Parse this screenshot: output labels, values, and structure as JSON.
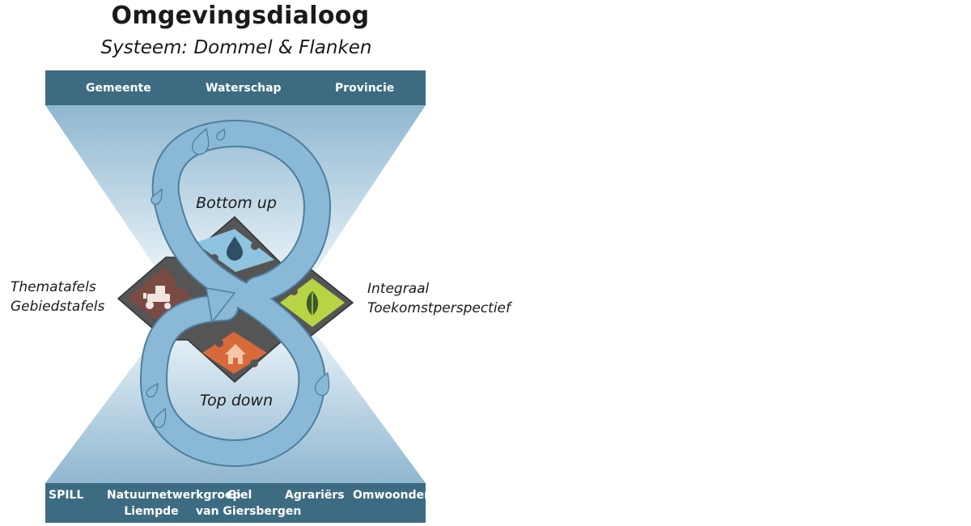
{
  "title": "Omgevingsdialoog",
  "subtitle": "Systeem: Dommel & Flanken",
  "top_bar": {
    "items": [
      "Gemeente",
      "Waterschap",
      "Provincie"
    ]
  },
  "bottom_bar": {
    "items": [
      {
        "line1": "SPILL",
        "line2": ""
      },
      {
        "line1": "Natuurnetwerkgroep",
        "line2": "Liempde"
      },
      {
        "line1": "Giel",
        "line2": "van Giersbergen"
      },
      {
        "line1": "Agrariërs",
        "line2": ""
      },
      {
        "line1": "Omwoonden",
        "line2": ""
      }
    ]
  },
  "loop": {
    "upper_label": "Bottom up",
    "lower_label": "Top down"
  },
  "left_label": {
    "line1": "Thematafels",
    "line2": "Gebiedstafels"
  },
  "right_label": {
    "line1": "Integraal",
    "line2": "Toekomstperspectief"
  },
  "puzzle_pieces": {
    "top": {
      "icon": "water-drop-icon",
      "color": "#8ec4e0"
    },
    "left": {
      "icon": "tractor-icon",
      "color": "#7a4b42"
    },
    "right": {
      "icon": "leaf-icon",
      "color": "#b6d443"
    },
    "bottom": {
      "icon": "house-icon",
      "color": "#d8693a"
    }
  },
  "colors": {
    "bar": "#3d6c82",
    "loop_arrow": "#89b9d6",
    "diamond": "#555555"
  }
}
